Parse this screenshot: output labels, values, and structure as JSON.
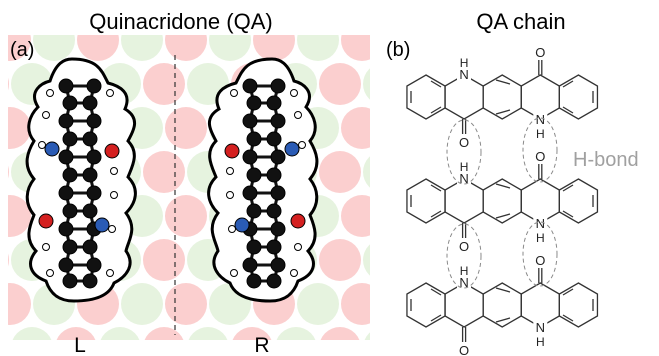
{
  "left_panel": {
    "title": "Quinacridone (QA)",
    "panel_label": "(a)",
    "enantiomer_left": "L",
    "enantiomer_right": "R",
    "colors": {
      "lattice_red": "#fbcfcf",
      "lattice_green": "#e6f3df",
      "carbon": "#111111",
      "oxygen": "#d42020",
      "nitrogen": "#2a5bb5",
      "hydrogen": "#ffffff"
    }
  },
  "right_panel": {
    "title": "QA chain",
    "panel_label": "(b)",
    "hbond_label": "H-bond",
    "atoms": {
      "oxygen": "O",
      "nh_n": "N",
      "nh_h": "H"
    },
    "colors": {
      "bond_line": "#333333",
      "hbond_ellipse": "#8a8a8a",
      "hbond_text": "#a0a0a0"
    }
  }
}
